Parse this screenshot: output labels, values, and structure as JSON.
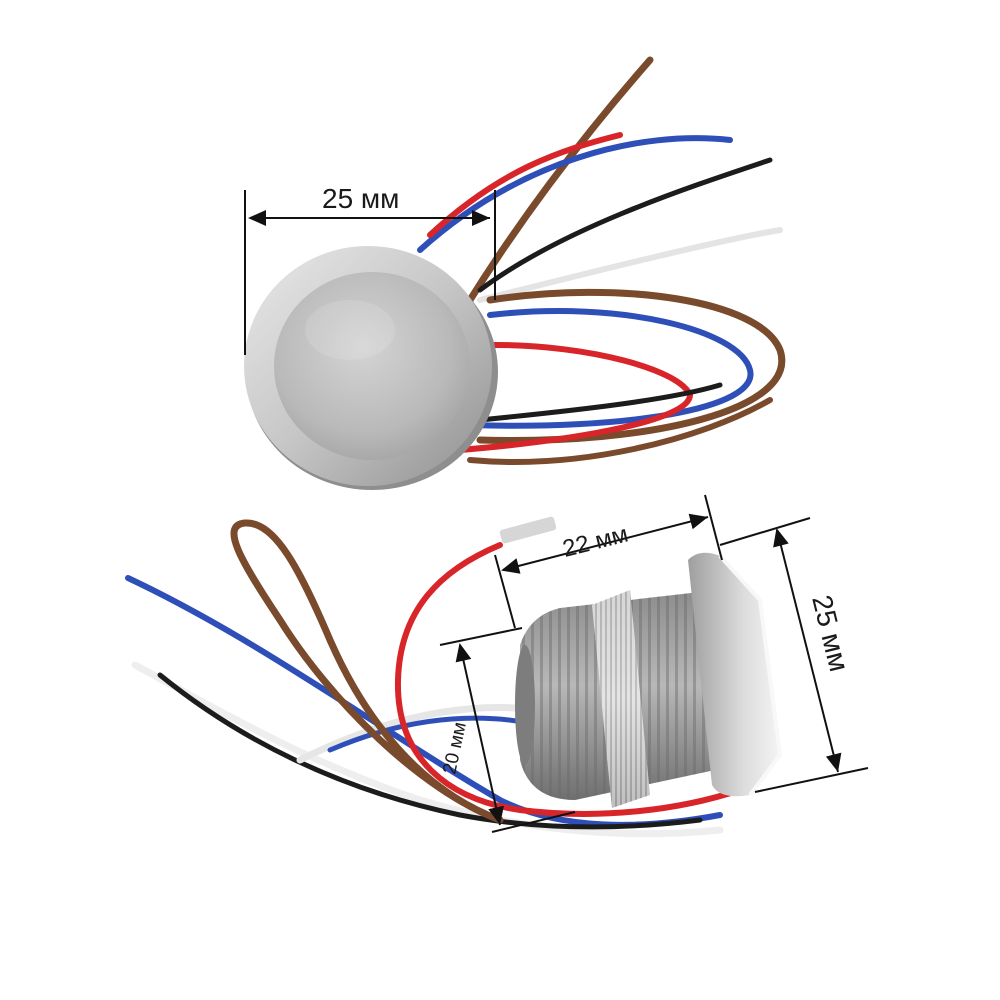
{
  "photo": {
    "dimensions": {
      "top_diameter": "25 мм",
      "thread_length": "22 мм",
      "bezel_diameter": "25 мм",
      "thread_diameter": "20 мм"
    },
    "colors": {
      "background": "#ffffff",
      "wire_blue": "#2f4fb8",
      "wire_red": "#d8252a",
      "wire_brown": "#7a4a2c",
      "wire_black": "#1c1c1c",
      "wire_white": "#eeeeee",
      "metal": "#bdbdbd"
    }
  }
}
